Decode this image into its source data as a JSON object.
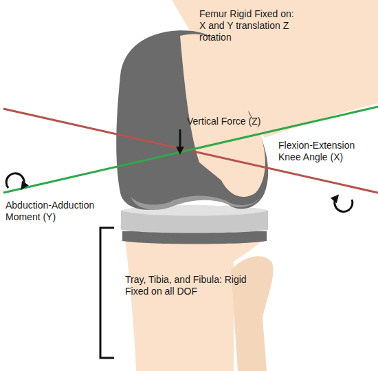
{
  "diagram": {
    "labels": [
      "Femur Rigid Fixed on: X and Y translation Z rotation",
      "Vertical Force (Z)",
      "Flexion-Extension Knee Angle (X)",
      "Abduction-Adduction Moment (Y)",
      "Tray, Tibia, and Fibula: Rigid Fixed on all DOF"
    ]
  }
}
